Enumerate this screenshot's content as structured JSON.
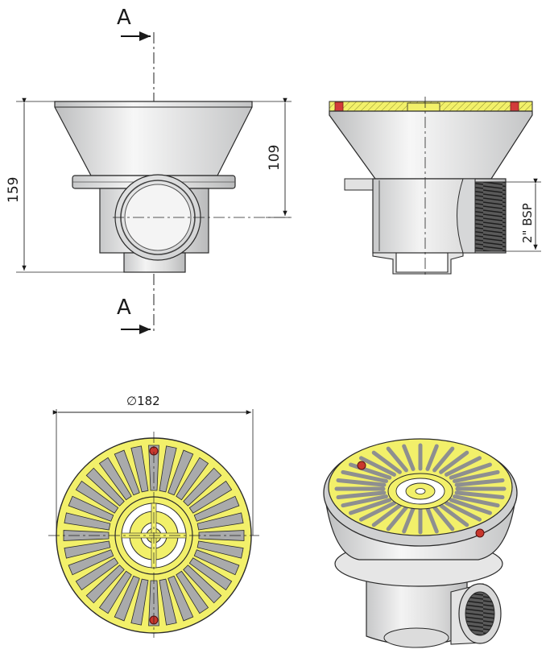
{
  "section_views": {
    "top_marker": "A",
    "bottom_marker": "A"
  },
  "dimensions": {
    "overall_height": "159",
    "outlet_height": "109",
    "thread": "2\" BSP",
    "diameter": "∅182"
  },
  "colors": {
    "grate_yellow": "#f2f06a",
    "body_gray": "#d9dadb",
    "outline": "#2a2a2a",
    "screw_red": "#c8372d",
    "hatch_red": "#d23a3a",
    "thread_dark": "#3b3b3b"
  }
}
